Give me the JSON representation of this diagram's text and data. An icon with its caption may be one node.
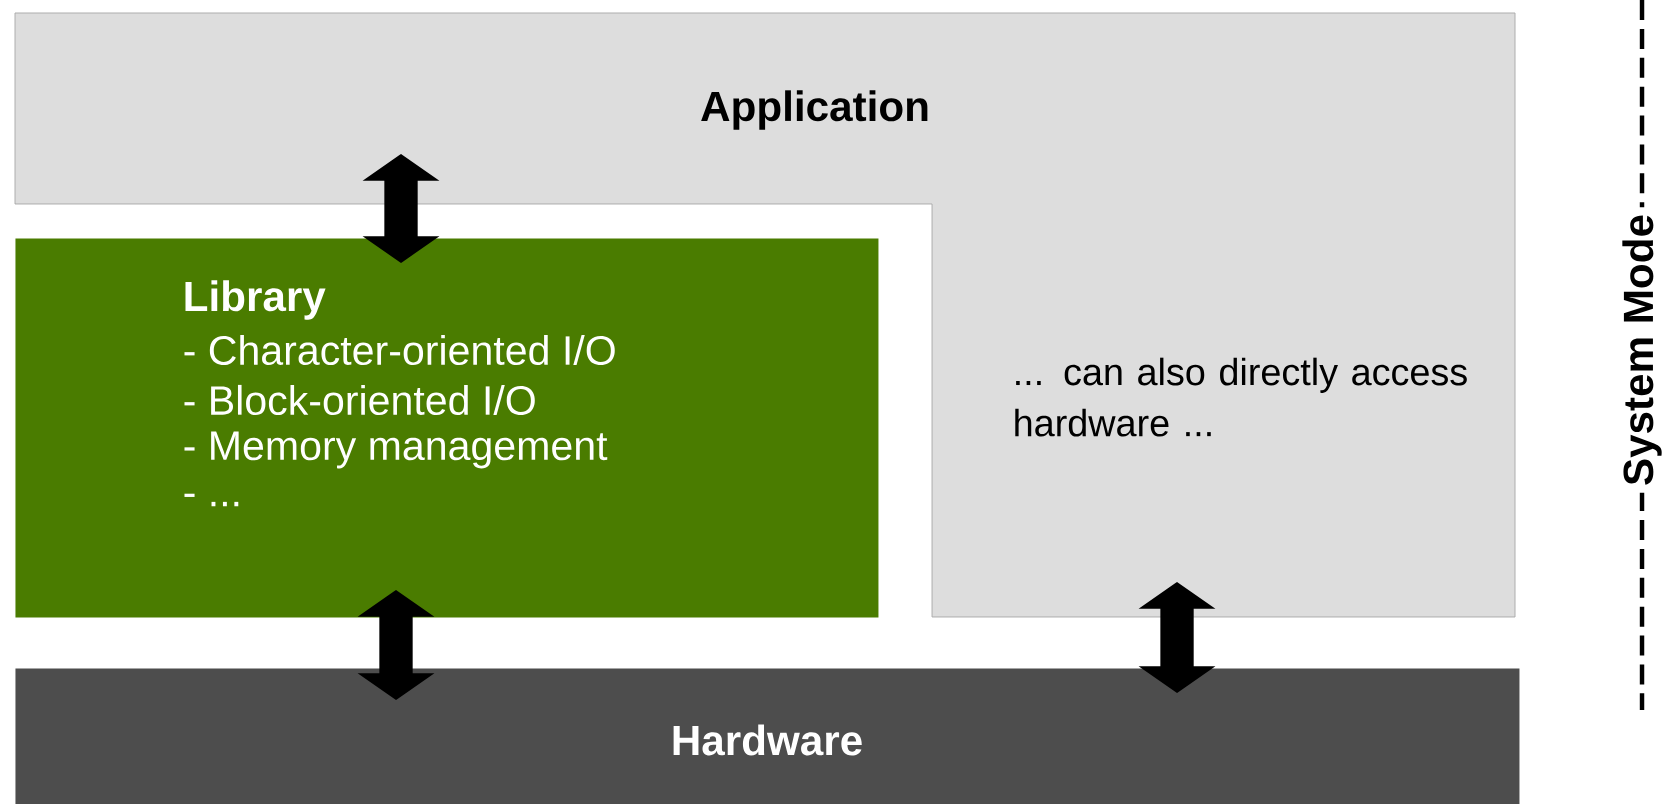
{
  "diagram": {
    "nodes": [
      {
        "text": [
          "Application",
          "... can also directly access hardware ..."
        ]
      },
      {
        "text": [
          "Library",
          "- Character-oriented I/O",
          "- Block-oriented I/O",
          "- Memory management",
          "- ..."
        ]
      },
      {
        "text": [
          "Hardware"
        ]
      }
    ],
    "edges": [
      {
        "from": 0,
        "to": 1,
        "arrow": "both"
      },
      {
        "from": 1,
        "to": 2,
        "arrow": "both"
      },
      {
        "from": 0,
        "to": 2,
        "arrow": "both"
      }
    ],
    "labels": [
      "System Mode"
    ]
  }
}
